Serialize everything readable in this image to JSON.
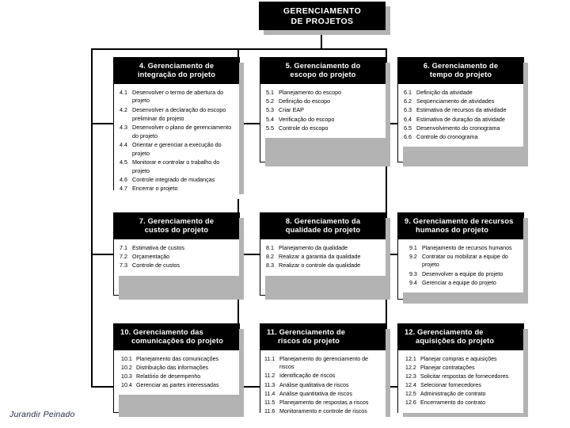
{
  "root": {
    "title_line1": "GERENCIAMENTO",
    "title_line2": "DE PROJETOS"
  },
  "footer": {
    "credit": "Jurandir Peinado"
  },
  "nodes": [
    {
      "id": "node-4",
      "header_line1": "4. Gerenciamento de",
      "header_line2": "integração do projeto",
      "items": [
        {
          "num": "4.1",
          "text": "Desenvolver o termo de abertura do projeto"
        },
        {
          "num": "4.2",
          "text": "Desenvolver a declaração do escopo preliminar do projeto"
        },
        {
          "num": "4.3",
          "text": "Desenvolver o plano de gerenciamento do projeto"
        },
        {
          "num": "4.4",
          "text": "Orientar e gerenciar a execução do projeto"
        },
        {
          "num": "4.5",
          "text": "Monitorar e controlar o trabalho do projeto"
        },
        {
          "num": "4.6",
          "text": "Controle integrado de mudanças"
        },
        {
          "num": "4.7",
          "text": "Encerrar o projeto"
        }
      ]
    },
    {
      "id": "node-5",
      "header_line1": "5. Gerenciamento do",
      "header_line2": "escopo do projeto",
      "items": [
        {
          "num": "5.1",
          "text": "Planejamento do escopo"
        },
        {
          "num": "5.2",
          "text": "Definição do escopo"
        },
        {
          "num": "5.3",
          "text": "Criar EAP"
        },
        {
          "num": "5.4",
          "text": "Verificação do escopo"
        },
        {
          "num": "5.5",
          "text": "Controle do escopo"
        }
      ]
    },
    {
      "id": "node-6",
      "header_line1": "6. Gerenciamento de",
      "header_line2": "tempo do projeto",
      "items": [
        {
          "num": "6.1",
          "text": "Definição da atividade"
        },
        {
          "num": "6.2",
          "text": "Seqüenciamento de atividades"
        },
        {
          "num": "6.3",
          "text": "Estimativa de recursos da atividade"
        },
        {
          "num": "6.4",
          "text": "Estimativa de duração da atividade"
        },
        {
          "num": "6.5",
          "text": "Desenvolvimento do cronograma"
        },
        {
          "num": "6.6",
          "text": "Controle do cronograma"
        }
      ]
    },
    {
      "id": "node-7",
      "header_line1": "7. Gerenciamento de",
      "header_line2": "custos do projeto",
      "items": [
        {
          "num": "7.1",
          "text": "Estimativa de custos"
        },
        {
          "num": "7.2",
          "text": "Orçamentação"
        },
        {
          "num": "7.3",
          "text": "Controle de custos"
        }
      ]
    },
    {
      "id": "node-8",
      "header_line1": "8. Gerenciamento da",
      "header_line2": "qualidade do projeto",
      "items": [
        {
          "num": "8.1",
          "text": "Planejamento da qualidade"
        },
        {
          "num": "8.2",
          "text": "Realizar a garantia da qualidade"
        },
        {
          "num": "8.3",
          "text": "Realizar o controle da qualidade"
        }
      ]
    },
    {
      "id": "node-9",
      "header_line1": "9. Gerenciamento de recursos",
      "header_line2": "humanos do projeto",
      "items": [
        {
          "num": "9.1",
          "text": "Planejamento de recursos humanos"
        },
        {
          "num": "9.2",
          "text": "Contratar ou mobilizar a equipe do projeto"
        },
        {
          "num": "9.3",
          "text": "Desenvolver a equipe do projeto"
        },
        {
          "num": "9.4",
          "text": "Gerenciar a equipe do projeto"
        }
      ]
    },
    {
      "id": "node-10",
      "header_line1": "10. Gerenciamento das",
      "header_line2": "comunicações do projeto",
      "items": [
        {
          "num": "10.1",
          "text": "Planejamento das comunicações"
        },
        {
          "num": "10.2",
          "text": "Distribuição das informações"
        },
        {
          "num": "10.3",
          "text": "Relatório de desempenho"
        },
        {
          "num": "10.4",
          "text": "Gerenciar as partes interessadas"
        }
      ]
    },
    {
      "id": "node-11",
      "header_line1": "11. Gerenciamento de",
      "header_line2": "riscos do projeto",
      "items": [
        {
          "num": "11.1",
          "text": "Planejamento do gerenciamento de riscos"
        },
        {
          "num": "11.2",
          "text": "Identificação de riscos"
        },
        {
          "num": "11.3",
          "text": "Análise qualitativa de riscos"
        },
        {
          "num": "11.4",
          "text": "Análise quantitativa de riscos"
        },
        {
          "num": "11.5",
          "text": "Planejamento de respostas a riscos"
        },
        {
          "num": "11.6",
          "text": "Monitoramento e controle de riscos"
        }
      ]
    },
    {
      "id": "node-12",
      "header_line1": "12. Gerenciamento de",
      "header_line2": "aquisições do projeto",
      "items": [
        {
          "num": "12.1",
          "text": "Planejar compras e aquisições"
        },
        {
          "num": "12.2",
          "text": "Planejar contratações"
        },
        {
          "num": "12.3",
          "text": "Solicitar respostas de fornecedores"
        },
        {
          "num": "12.4",
          "text": "Selecionar fornecedores"
        },
        {
          "num": "12.5",
          "text": "Administração de contrato"
        },
        {
          "num": "12.6",
          "text": "Encerramento do contrato"
        }
      ]
    }
  ],
  "colors": {
    "header_bg": "#000000",
    "header_text": "#ffffff",
    "box_bg": "#ffffff",
    "shadow": "#b3b3b3",
    "line": "#000000",
    "credit_text": "#262b4d"
  }
}
